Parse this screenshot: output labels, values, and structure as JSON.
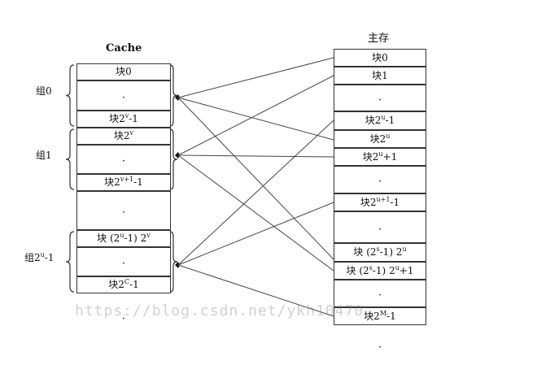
{
  "cache_title": "Cache",
  "memory_title": "主存",
  "cache_rows": [
    {
      "text": "块0",
      "sup": "",
      "suffix": ""
    },
    {
      "text": "·\n·\n·",
      "sup": "",
      "suffix": "",
      "dots": true
    },
    {
      "text": "块2",
      "sup": "v",
      "suffix": "-1"
    },
    {
      "text": "块2",
      "sup": "v",
      "suffix": ""
    },
    {
      "text": "·\n·\n·",
      "sup": "",
      "suffix": "",
      "dots": true
    },
    {
      "text": "块2",
      "sup": "v+1",
      "suffix": "-1"
    },
    {
      "text": "·\n·\n·",
      "sup": "",
      "suffix": "",
      "dots": true
    },
    {
      "text": "块 (2",
      "sup": "u",
      "suffix": "-1) 2",
      "sup2": "v"
    },
    {
      "text": "·\n·\n·",
      "sup": "",
      "suffix": "",
      "dots": true
    },
    {
      "text": "块2",
      "sup": "C",
      "suffix": "-1"
    }
  ],
  "group_labels": [
    {
      "text": "组0",
      "sup": "",
      "suffix": ""
    },
    {
      "text": "组1",
      "sup": "",
      "suffix": ""
    },
    {
      "text": "组2",
      "sup": "u",
      "suffix": "-1"
    }
  ],
  "memory_rows": [
    {
      "text": "块0",
      "sup": "",
      "suffix": ""
    },
    {
      "text": "块1",
      "sup": "",
      "suffix": ""
    },
    {
      "text": "·\n·\n·",
      "sup": "",
      "suffix": "",
      "dots": true
    },
    {
      "text": "块2",
      "sup": "u",
      "suffix": "-1"
    },
    {
      "text": "块2",
      "sup": "u",
      "suffix": ""
    },
    {
      "text": "块2",
      "sup": "u",
      "suffix": "+1"
    },
    {
      "text": "·\n·\n·",
      "sup": "",
      "suffix": "",
      "dots": true
    },
    {
      "text": "块2",
      "sup": "u+1",
      "suffix": "-1"
    },
    {
      "text": "·\n·\n·",
      "sup": "",
      "suffix": "",
      "dots": true
    },
    {
      "text": "块 (2",
      "sup": "s",
      "suffix": "-1) 2",
      "sup2": "u"
    },
    {
      "text": "块 (2",
      "sup": "s",
      "suffix": "-1) 2",
      "sup2": "u",
      "suffix2": "+1"
    },
    {
      "text": "·\n·\n·",
      "sup": "",
      "suffix": "",
      "dots": true
    },
    {
      "text": "块2",
      "sup": "M",
      "suffix": "-1"
    }
  ],
  "watermark": "https://blog.csdn.net/ykh10470..."
}
